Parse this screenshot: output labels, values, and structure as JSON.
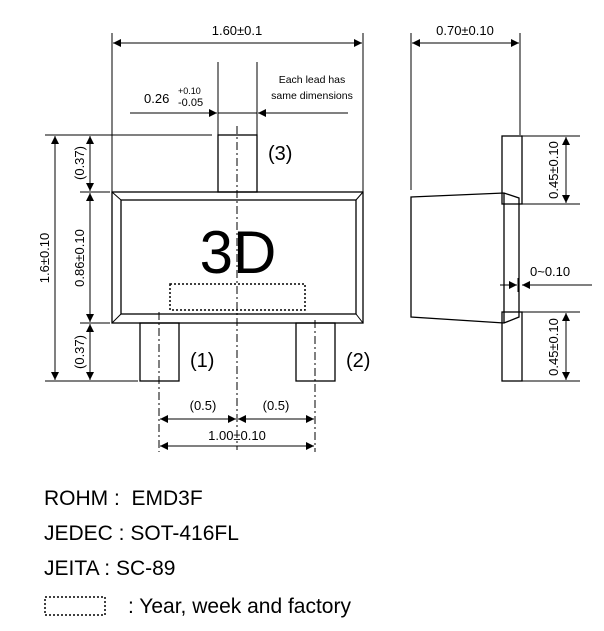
{
  "top_view": {
    "width_dim": "1.60±0.1",
    "lead_width_dim": "0.26",
    "lead_width_tol_plus": "+0.10",
    "lead_width_tol_minus": "-0.05",
    "lead_note_line1": "Each lead has",
    "lead_note_line2": "same dimensions",
    "total_height_dim": "1.6±0.10",
    "body_height_dim": "0.86±0.10",
    "lead_top_dim": "(0.37)",
    "lead_bottom_dim": "(0.37)",
    "marking": "3D",
    "pin1": "(1)",
    "pin2": "(2)",
    "pin3": "(3)",
    "half_pitch_left": "(0.5)",
    "half_pitch_right": "(0.5)",
    "pitch_dim": "1.00±0.10"
  },
  "side_view": {
    "thickness_dim": "0.70±0.10",
    "lead_upper_dim": "0.45±0.10",
    "lead_lower_dim": "0.45±0.10",
    "standoff_dim": "0~0.10"
  },
  "legend": {
    "rohm": "ROHM :  EMD3F",
    "jedec": "JEDEC : SOT-416FL",
    "jeita": "JEITA : SC-89",
    "marking_note": ": Year, week and factory"
  }
}
